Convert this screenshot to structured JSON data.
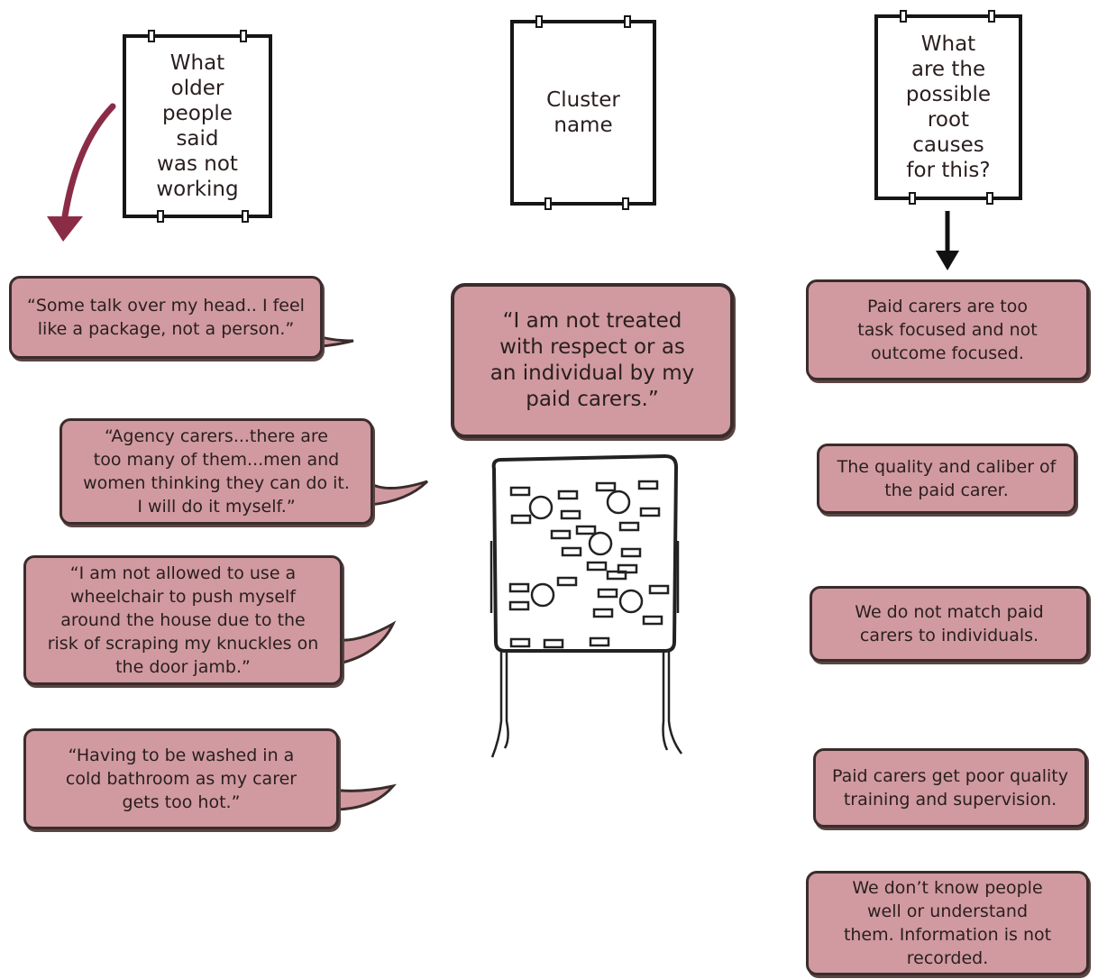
{
  "headers": {
    "left": "What\nolder\npeople\nsaid\nwas not\nworking",
    "center": "Cluster\nname",
    "right": "What\nare the\npossible\nroot\ncauses\nfor this?"
  },
  "quotes": [
    "“Some talk over my head.. I feel\nlike a package, not a person.”",
    "“Agency carers...there are\ntoo many of them...men and\nwomen thinking they can do it.\nI will do it myself.”",
    "“I am not allowed to use a\nwheelchair to push myself\naround the house due to the\nrisk of scraping my knuckles on\nthe door jamb.”",
    "“Having to be washed in a\ncold bathroom as my carer\ngets too hot.”"
  ],
  "cluster_name": "“I am not treated\nwith respect or as\nan individual by my\npaid carers.”",
  "root_causes": [
    "Paid carers are too\ntask focused and not\noutcome focused.",
    "The quality and caliber of\nthe paid carer.",
    "We do not match paid\ncarers to individuals.",
    "Paid carers get poor quality\ntraining and supervision.",
    "We don’t know people\nwell or understand\nthem. Information is not\nrecorded."
  ],
  "colors": {
    "box_fill": "#d09aa0",
    "box_border": "#3b2c2c",
    "left_arrow": "#8b2c47",
    "right_arrow": "#111111"
  },
  "icons": {
    "left_arrow": "curved-arrow-down-left",
    "right_arrow": "arrow-down",
    "flipchart": "flipchart-board"
  }
}
